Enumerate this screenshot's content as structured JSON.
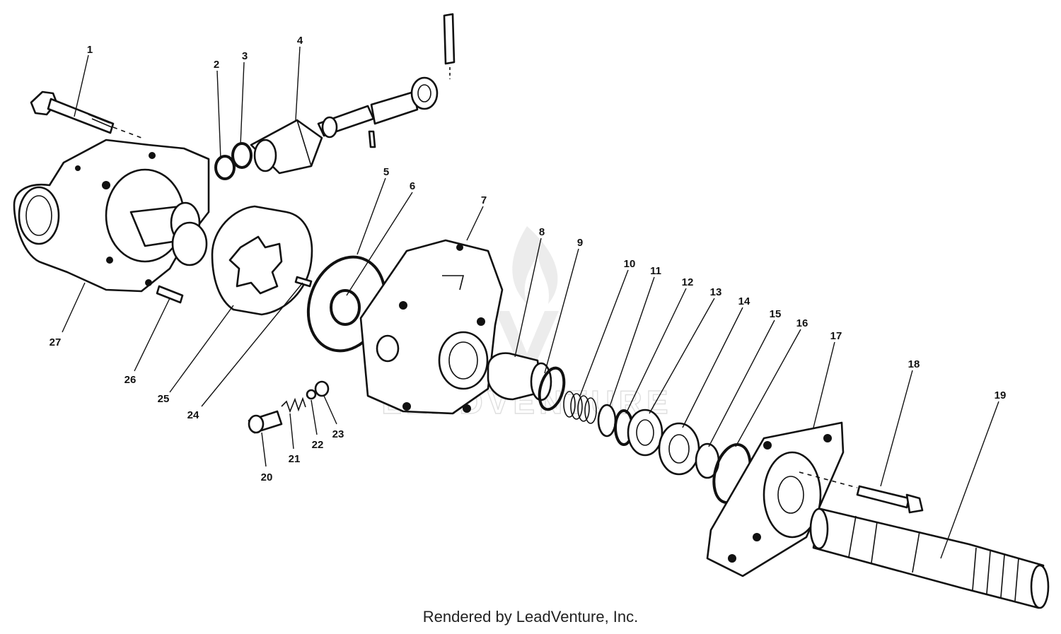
{
  "diagram": {
    "footer": "Rendered by LeadVenture, Inc.",
    "watermark": "LEADVENTURE",
    "callouts": [
      {
        "num": "1"
      },
      {
        "num": "2"
      },
      {
        "num": "3"
      },
      {
        "num": "4"
      },
      {
        "num": "5"
      },
      {
        "num": "6"
      },
      {
        "num": "7"
      },
      {
        "num": "8"
      },
      {
        "num": "9"
      },
      {
        "num": "10"
      },
      {
        "num": "11"
      },
      {
        "num": "12"
      },
      {
        "num": "13"
      },
      {
        "num": "14"
      },
      {
        "num": "15"
      },
      {
        "num": "16"
      },
      {
        "num": "17"
      },
      {
        "num": "18"
      },
      {
        "num": "19"
      },
      {
        "num": "20"
      },
      {
        "num": "21"
      },
      {
        "num": "22"
      },
      {
        "num": "23"
      },
      {
        "num": "24"
      },
      {
        "num": "25"
      },
      {
        "num": "26"
      },
      {
        "num": "27"
      }
    ]
  }
}
